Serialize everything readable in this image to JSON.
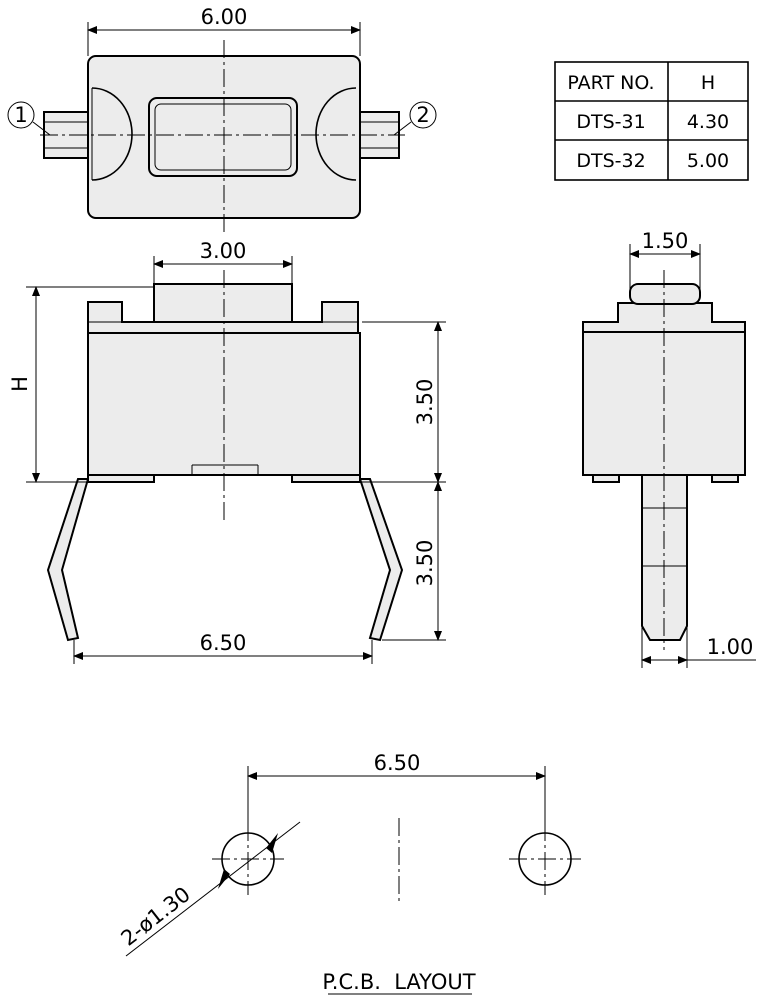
{
  "views": {
    "top": {
      "width_dim": "6.00",
      "pin_labels": [
        "1",
        "2"
      ]
    },
    "front": {
      "cap_width_dim": "3.00",
      "height_label": "H",
      "body_height_dim": "3.50",
      "lead_length_dim": "3.50",
      "pitch_dim": "6.50"
    },
    "side": {
      "cap_width_dim": "1.50",
      "lead_width_dim": "1.00"
    },
    "pcb": {
      "pitch_dim": "6.50",
      "hole_dim": "2-ø1.30",
      "caption": "P.C.B.  LAYOUT"
    }
  },
  "part_table": {
    "headers": [
      "PART NO.",
      "H"
    ],
    "rows": [
      [
        "DTS-31",
        "4.30"
      ],
      [
        "DTS-32",
        "5.00"
      ]
    ]
  }
}
